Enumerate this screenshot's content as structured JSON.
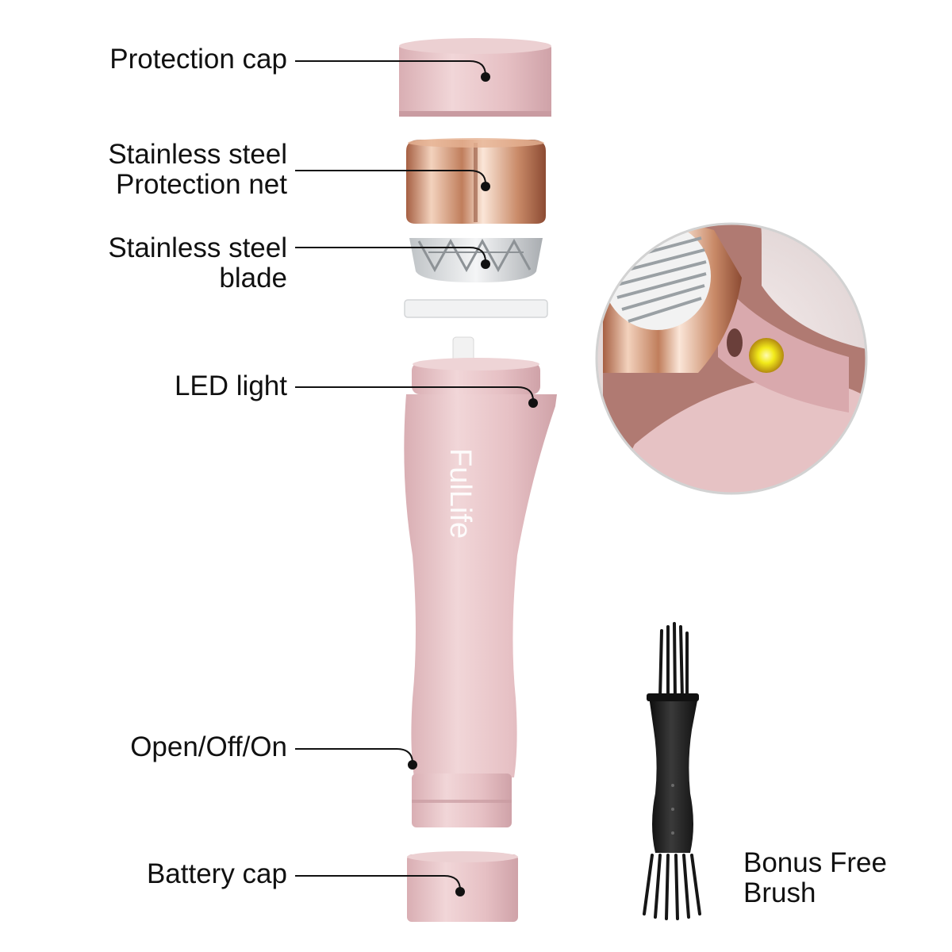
{
  "brand": {
    "logo_text": "FulLife"
  },
  "labels": {
    "protection_cap": "Protection cap",
    "protection_net_line1": "Stainless steel",
    "protection_net_line2": "Protection net",
    "blade_line1": "Stainless steel",
    "blade_line2": "blade",
    "led_light": "LED light",
    "switch": "Open/Off/On",
    "battery_cap": "Battery cap",
    "bonus_line1": "Bonus Free",
    "bonus_line2": "Brush"
  },
  "colors": {
    "body_pink": "#e8c4c6",
    "cap_pink": "#e3bcc0",
    "rose_gold": "#c98a68",
    "led_yellow": "#f2ea1a",
    "brush_black": "#1b1b1b",
    "text": "#111111"
  }
}
